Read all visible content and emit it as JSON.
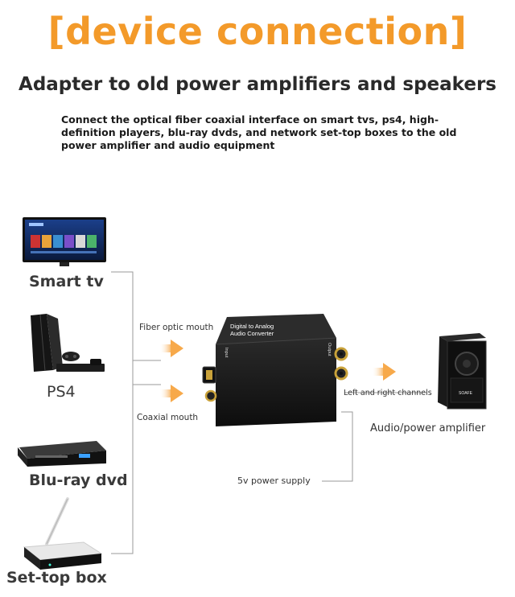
{
  "header": {
    "title": "[device connection]",
    "subtitle": "Adapter to old power amplifiers and speakers",
    "description": "Connect the optical fiber coaxial interface on smart tvs, ps4, high-definition players, blu-ray dvds, and network set-top boxes to the old power amplifier and audio equipment"
  },
  "sources": [
    {
      "label": "Smart tv",
      "icon": "smart-tv-icon"
    },
    {
      "label": "PS4",
      "icon": "ps4-console-icon"
    },
    {
      "label": "Blu-ray dvd",
      "icon": "dvd-player-icon"
    },
    {
      "label": "Set-top box",
      "icon": "set-top-box-icon"
    }
  ],
  "connections": {
    "fiber_label": "Fiber optic mouth",
    "coaxial_label": "Coaxial mouth",
    "channels_label": "Left and right channels",
    "power_label": "5v power supply"
  },
  "converter": {
    "line1": "Digital to Analog",
    "line2": "Audio Converter",
    "input_label": "Input",
    "output_label": "Output"
  },
  "amplifier": {
    "label": "Audio/power amplifier",
    "brand": "SOAFE"
  },
  "colors": {
    "accent": "#f39a2a",
    "arrow": "#f7a94a",
    "line": "#9a9a9a"
  }
}
